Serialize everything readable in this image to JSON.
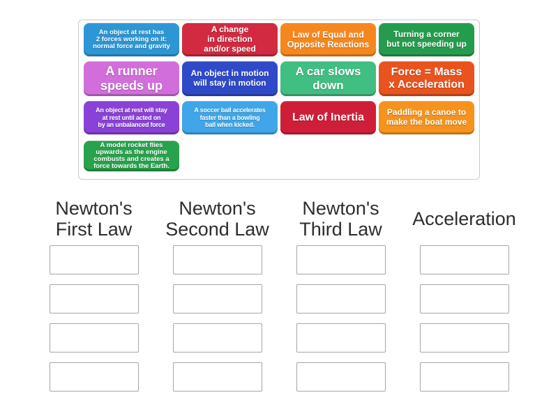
{
  "activity": {
    "type": "group-sort",
    "tray_border_color": "#c9c9c9",
    "slot_border_color": "#a6a6a6",
    "header_text_color": "#2d2d2d"
  },
  "tray": {
    "tiles": [
      {
        "text": "An object at rest has\n2 forces working on it:\nnormal force and gravity",
        "color": "#2d96d5"
      },
      {
        "text": "A change\nin direction\nand/or speed",
        "color": "#d22a40"
      },
      {
        "text": "Law of Equal and\nOpposite Reactions",
        "color": "#f6871e"
      },
      {
        "text": "Turning a corner\nbut not speeding up",
        "color": "#259c4d"
      },
      {
        "text": "A runner\nspeeds up",
        "color": "#d16edb"
      },
      {
        "text": "An object in motion\nwill stay in motion",
        "color": "#2e4ac8"
      },
      {
        "text": "A car slows\ndown",
        "color": "#41be81"
      },
      {
        "text": "Force = Mass\nx Acceleration",
        "color": "#e8531e"
      },
      {
        "text": "An object at rest will stay\nat rest until acted on\nby an unbalanced force",
        "color": "#8a41d8"
      },
      {
        "text": "A soccer ball accelerates\nfaster than a bowling\nball when kicked.",
        "color": "#3fa7e9"
      },
      {
        "text": "Law of Inertia",
        "color": "#cf1f38"
      },
      {
        "text": "Paddling a canoe to\nmake the boat move",
        "color": "#f5931e"
      },
      {
        "text": "A model rocket flies\nupwards as the engine\ncombusts and creates a\nforce towards the Earth.",
        "color": "#28a24c"
      }
    ]
  },
  "categories": [
    {
      "label": "Newton's\nFirst Law",
      "empty_slots": 4
    },
    {
      "label": "Newton's\nSecond Law",
      "empty_slots": 4
    },
    {
      "label": "Newton's\nThird Law",
      "empty_slots": 4
    },
    {
      "label": "Acceleration",
      "empty_slots": 4
    }
  ]
}
